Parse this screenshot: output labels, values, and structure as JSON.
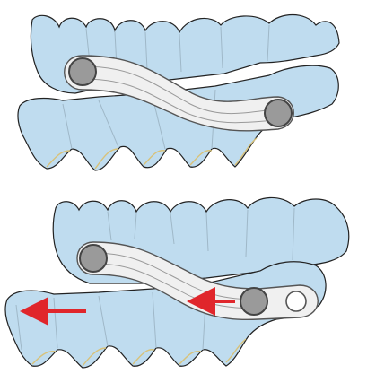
{
  "figure": {
    "panels": [
      {
        "id": "top",
        "state": "connector-centered",
        "arrows": []
      },
      {
        "id": "bottom",
        "state": "lower-jaw-advanced",
        "arrows": [
          {
            "direction": "left",
            "meaning": "lower-jaw-forward"
          },
          {
            "direction": "left",
            "meaning": "pin-slide-in-slot"
          }
        ]
      }
    ]
  },
  "colors": {
    "gum_fill": "#bfdcef",
    "gum_outline": "#222222",
    "tooth_lines": "#9fb8c8",
    "tooth_edge": "#d8c27a",
    "bar_fill": "#f0f0f0",
    "bar_outline": "#555555",
    "pin_fill": "#9a9a9a",
    "pin_outline": "#444444",
    "arrow": "#e0262b"
  }
}
